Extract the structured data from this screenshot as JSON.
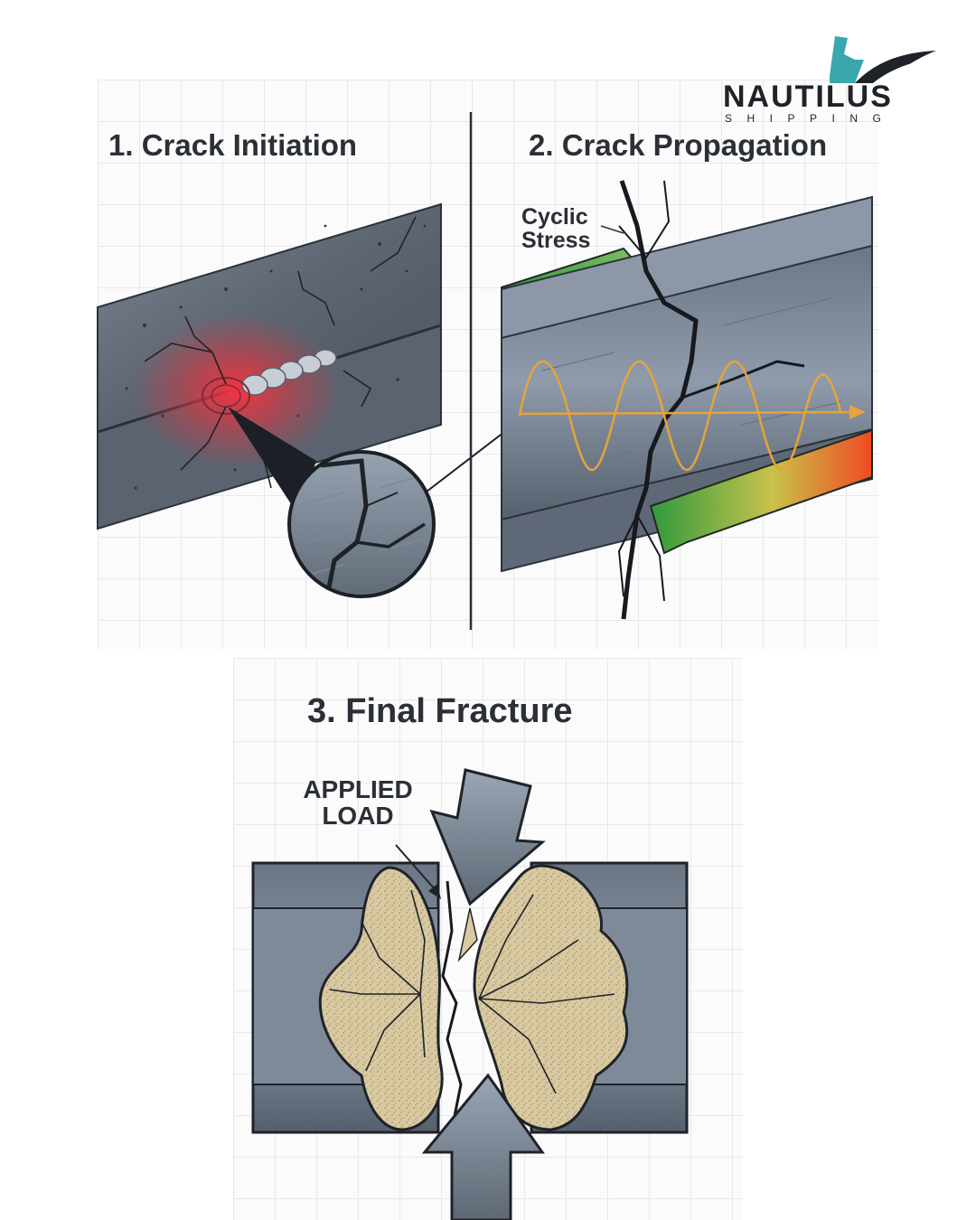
{
  "logo": {
    "name": "NAUTILUS",
    "tagline": "SHIPPING",
    "icon": "ship-bow-icon",
    "accent": "#3aa7ad"
  },
  "panels": {
    "initiation": {
      "title": "1. Crack Initiation"
    },
    "propagation": {
      "title": "2. Crack Propagation",
      "stress_label_line1": "Cyclic",
      "stress_label_line2": "Stress"
    },
    "fracture": {
      "title": "3. Final Fracture",
      "load_label_line1": "APPLIED",
      "load_label_line2": "LOAD"
    }
  },
  "colors": {
    "steel": "#6f7884",
    "steel_dark": "#3d444e",
    "hotspot": "#e8323c",
    "stress_green": "#3aa043",
    "stress_orange": "#f05a28",
    "wave": "#e8a33a",
    "fracture_surface": "#d9c9a0"
  }
}
